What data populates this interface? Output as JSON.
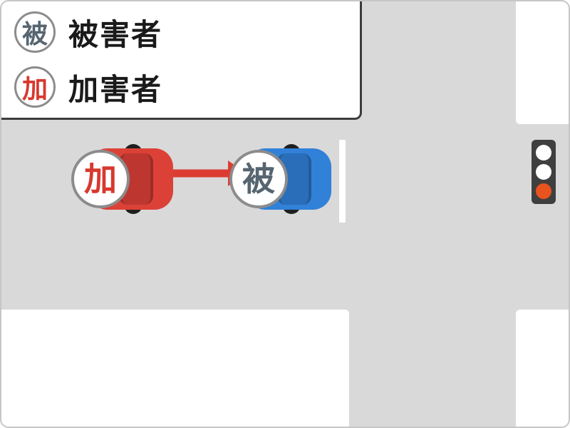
{
  "legend": {
    "items": [
      {
        "badge": "被",
        "label": "被害者",
        "badge_color": "#566570"
      },
      {
        "badge": "加",
        "label": "加害者",
        "badge_color": "#d8382f"
      }
    ]
  },
  "diagram": {
    "road_color": "#d9d9d9",
    "block_color": "#ffffff",
    "perpetrator_car": {
      "badge": "加",
      "badge_color": "#d8382f",
      "body_color": "#dc4138"
    },
    "victim_car": {
      "badge": "被",
      "badge_color": "#566570",
      "body_color": "#3181d8"
    },
    "arrow_color": "#dc3c32",
    "stop_line_color": "#ffffff",
    "traffic_light": {
      "housing_color": "#3f3f3f",
      "lights": [
        {
          "position": "top",
          "color": "#ffffff",
          "lit": false
        },
        {
          "position": "middle",
          "color": "#ffffff",
          "lit": false
        },
        {
          "position": "bottom",
          "color": "#e8531f",
          "lit": true
        }
      ]
    }
  }
}
